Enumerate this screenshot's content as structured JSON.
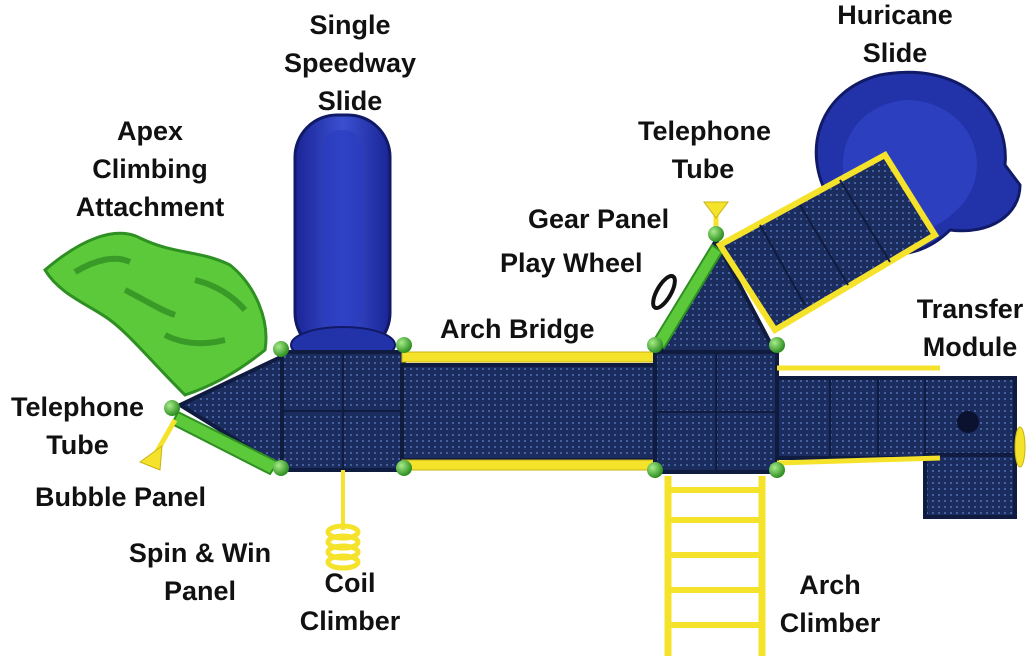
{
  "labels": {
    "single_speedway_slide": {
      "lines": [
        "Single",
        "Speedway",
        "Slide"
      ]
    },
    "huricane_slide": {
      "lines": [
        "Huricane",
        "Slide"
      ]
    },
    "apex_climbing_attachment": {
      "lines": [
        "Apex",
        "Climbing",
        "Attachment"
      ]
    },
    "telephone_tube_top": {
      "lines": [
        "Telephone",
        "Tube"
      ]
    },
    "gear_panel": {
      "lines": [
        "Gear Panel"
      ]
    },
    "play_wheel": {
      "lines": [
        "Play Wheel"
      ]
    },
    "arch_bridge": {
      "lines": [
        "Arch Bridge"
      ]
    },
    "transfer_module": {
      "lines": [
        "Transfer",
        "Module"
      ]
    },
    "telephone_tube_left": {
      "lines": [
        "Telephone",
        "Tube"
      ]
    },
    "bubble_panel": {
      "lines": [
        "Bubble Panel"
      ]
    },
    "spin_and_win_panel": {
      "lines": [
        "Spin & Win",
        "Panel"
      ]
    },
    "coil_climber": {
      "lines": [
        "Coil",
        "Climber"
      ]
    },
    "arch_climber": {
      "lines": [
        "Arch",
        "Climber"
      ]
    }
  },
  "colors": {
    "deck_navy": "#1b2c5e",
    "deck_frame": "#0f1c40",
    "slide_blue": "#2233aa",
    "climber_green": "#5cc93a",
    "rail_yellow": "#f5e22a",
    "post_cap_green": "#4cb83a",
    "label_text": "#111111"
  }
}
